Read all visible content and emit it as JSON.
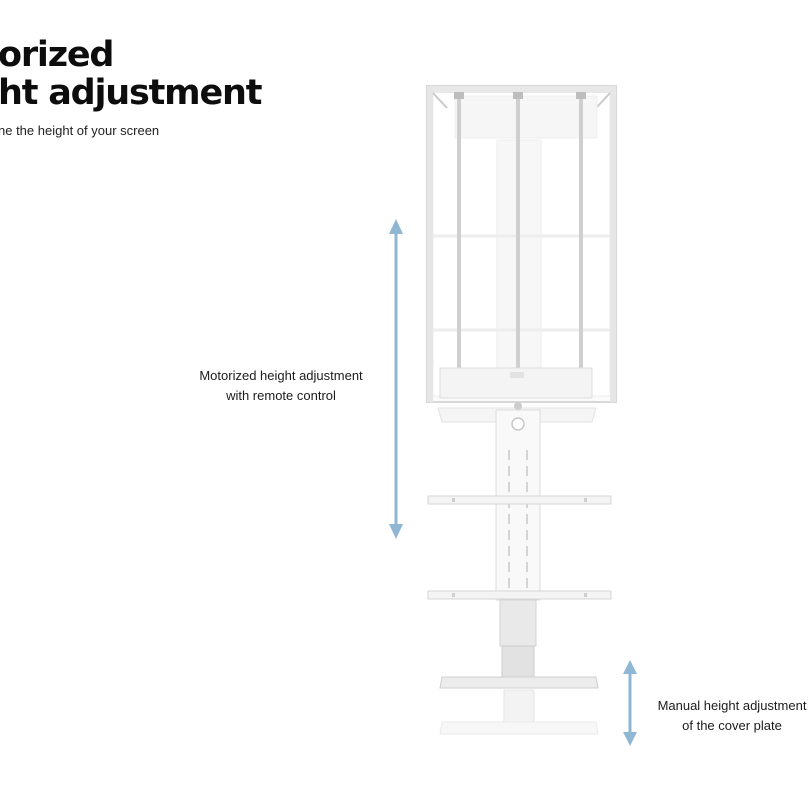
{
  "heading": {
    "line1": "orized",
    "line2": "ht adjustment",
    "subtitle": "ne the height of your screen"
  },
  "callouts": {
    "motorized": {
      "line1": "Motorized height adjustment",
      "line2": "with remote control"
    },
    "manual": {
      "line1": "Manual height adjustment",
      "line2": "of the cover plate"
    }
  },
  "colors": {
    "arrow": "#8fb6d2",
    "frame": "#d9d9d9",
    "background": "#ffffff"
  },
  "icons": {
    "motorized_range": "double-arrow-vertical",
    "manual_range": "double-arrow-vertical"
  }
}
